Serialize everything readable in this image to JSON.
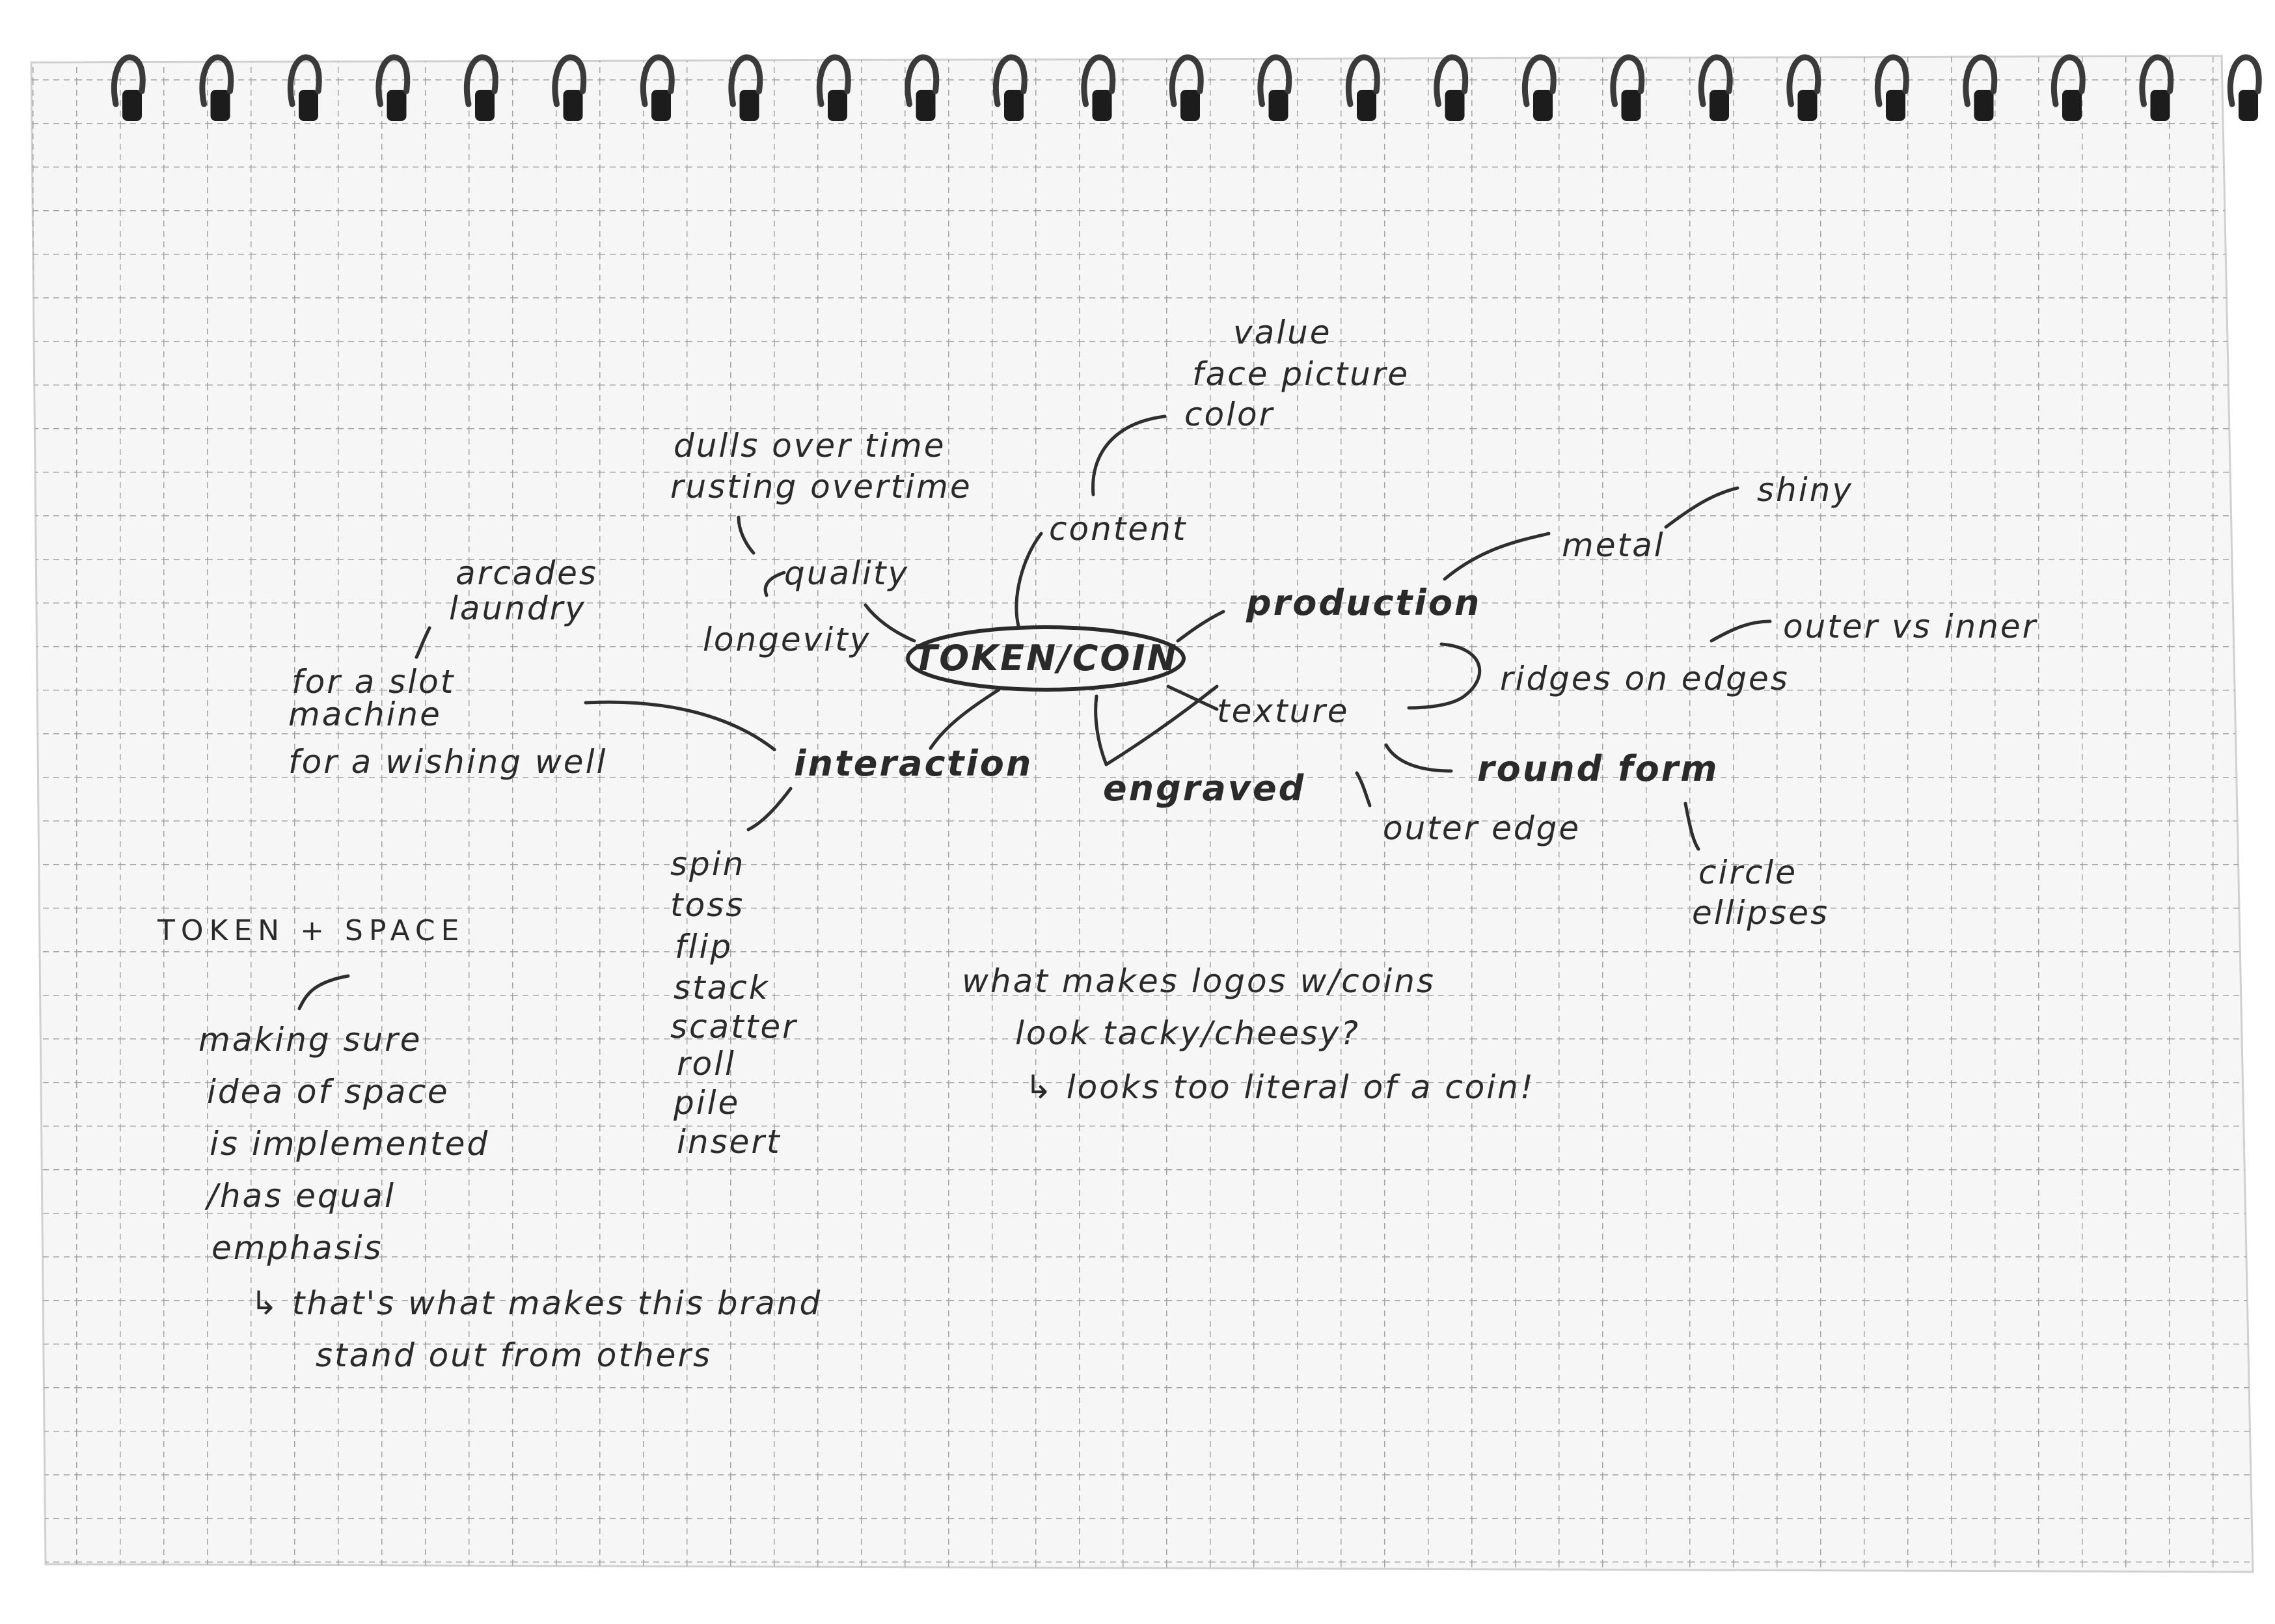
{
  "center": {
    "label": "TOKEN/COIN"
  },
  "content": {
    "label": "content",
    "items": [
      "value",
      "face picture",
      "color"
    ]
  },
  "quality": {
    "label": "quality",
    "items": [
      "dulls over time",
      "rusting overtime"
    ],
    "longevity": "longevity"
  },
  "production": {
    "label": "production",
    "metal": "metal",
    "shiny": "shiny",
    "ridges": "ridges on edges",
    "outer_vs_inner": "outer vs inner",
    "texture": "texture",
    "round_form": "round form",
    "outer_edge": "outer edge",
    "shapes": [
      "circle",
      "ellipses"
    ],
    "engraved": "engraved"
  },
  "interaction": {
    "label": "interaction",
    "places": [
      "arcades",
      "laundry"
    ],
    "uses": [
      "for a slot",
      "machine",
      "for a wishing well"
    ],
    "actions": [
      "spin",
      "toss",
      "flip",
      "stack",
      "scatter",
      "roll",
      "pile",
      "insert"
    ]
  },
  "note_space": {
    "title": "TOKEN + SPACE",
    "lines": [
      "making sure",
      "idea of space",
      "is implemented",
      "/has equal",
      "emphasis",
      "↳ that's what makes this brand",
      "stand out from others"
    ]
  },
  "note_logos": {
    "lines": [
      "what makes logos w/coins",
      "look tacky/cheesy?",
      "↳ looks too literal of a coin!"
    ]
  }
}
